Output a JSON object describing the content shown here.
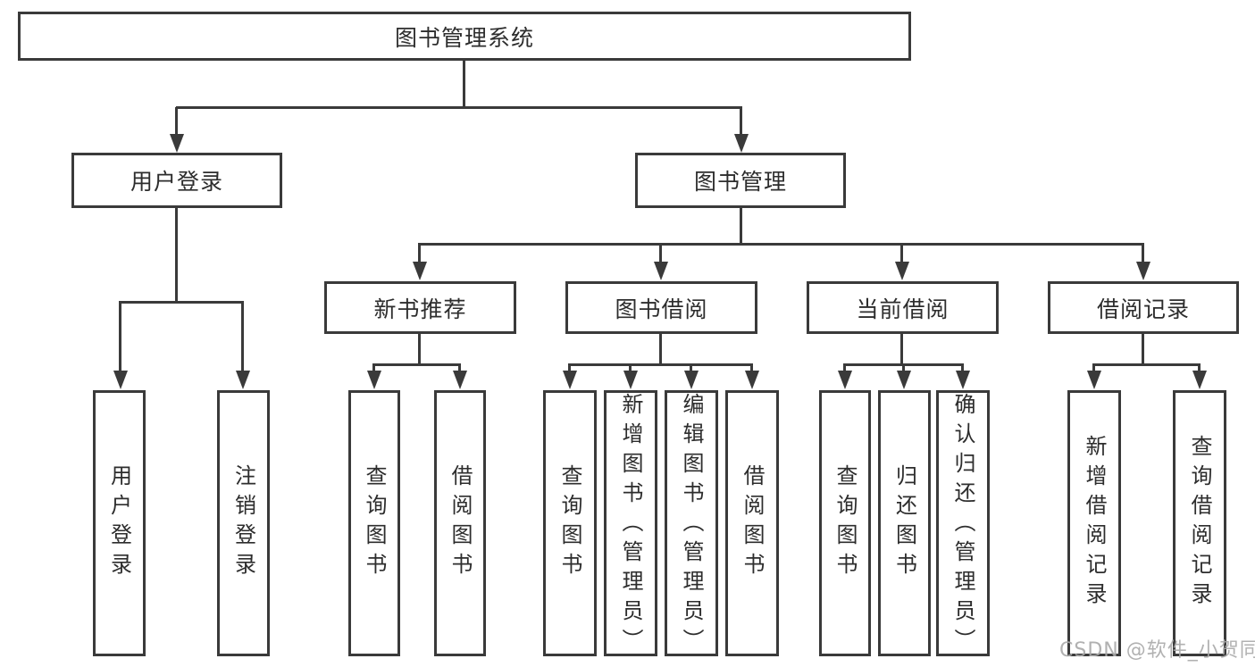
{
  "diagram": {
    "root": "图书管理系统",
    "branches": [
      {
        "label": "用户登录",
        "children": [
          "用户登录",
          "注销登录"
        ]
      },
      {
        "label": "图书管理",
        "groups": [
          {
            "label": "新书推荐",
            "children": [
              "查询图书",
              "借阅图书"
            ]
          },
          {
            "label": "图书借阅",
            "children": [
              "查询图书",
              "新增图书（管理员）",
              "编辑图书（管理员）",
              "借阅图书"
            ]
          },
          {
            "label": "当前借阅",
            "children": [
              "查询图书",
              "归还图书",
              "确认归还（管理员）"
            ]
          },
          {
            "label": "借阅记录",
            "children": [
              "新增借阅记录",
              "查询借阅记录"
            ]
          }
        ]
      }
    ]
  },
  "watermark": "CSDN @软件_小贺同学",
  "colors": {
    "line": "#3a3a3a",
    "text": "#2d2d2d",
    "watermark": "#a9a9a9",
    "background": "#ffffff"
  }
}
